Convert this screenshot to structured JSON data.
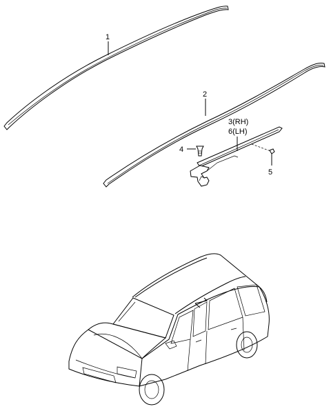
{
  "callouts": {
    "part1": "1",
    "part2": "2",
    "part3": "3(RH)",
    "part6": "6(LH)",
    "part4": "4",
    "part5": "5"
  }
}
